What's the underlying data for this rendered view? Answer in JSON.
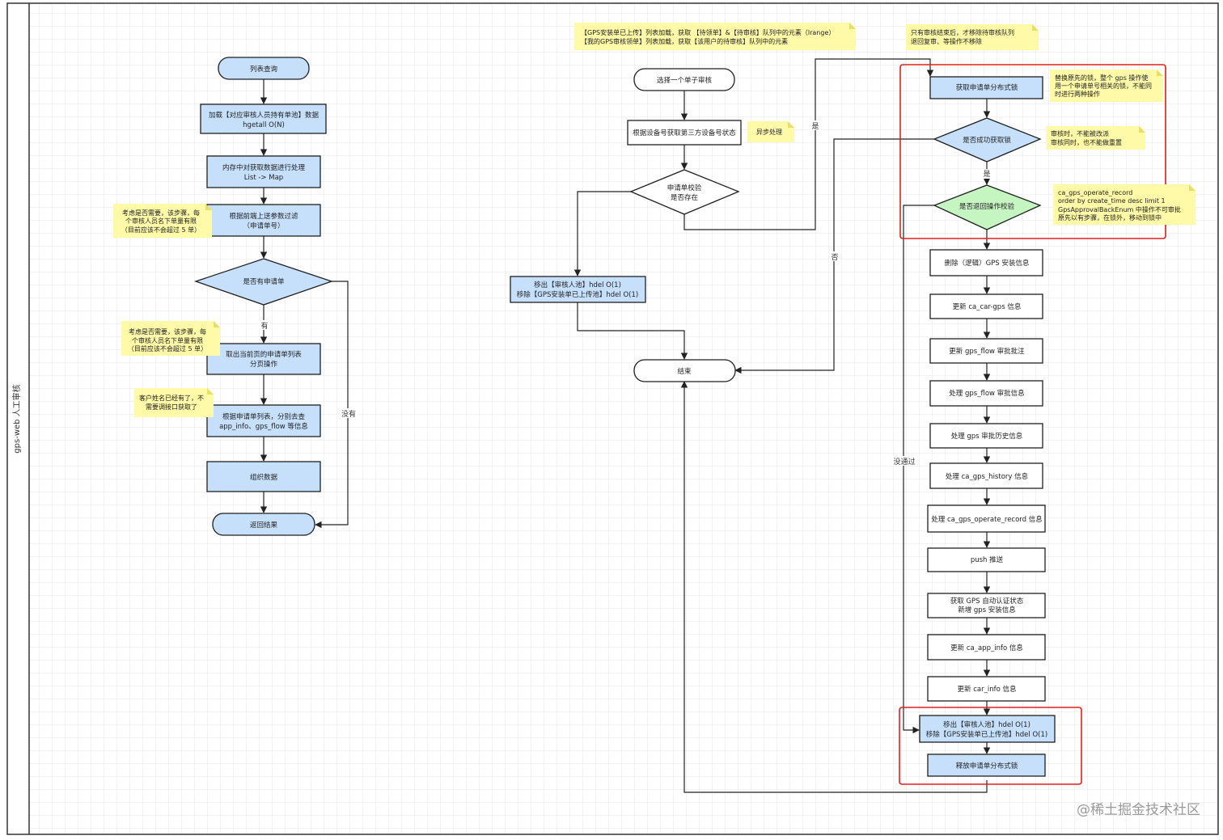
{
  "lane": {
    "title": "gps-web 人工审核"
  },
  "watermark": "@稀土掘金技术社区",
  "flow_left": {
    "list_query": "列表查询",
    "load_data": [
      "加载【对应审核人员持有单池】数据",
      "hgetall O(N)"
    ],
    "memory_process": [
      "内存中对获取数据进行处理",
      "List -> Map"
    ],
    "filter_params": [
      "根据前端上送参数过滤",
      "（申请单号）"
    ],
    "has_application": "是否有申请单",
    "branch_yes": "有",
    "branch_no": "没有",
    "fetch_page": [
      "取出当前页的申请单列表",
      "分页操作"
    ],
    "query_info": [
      "根据申请单列表，分别去查",
      "app_info、gps_flow 等信息"
    ],
    "organize": "组织数据",
    "return_result": "返回结果"
  },
  "flow_mid": {
    "select_one": "选择一个单子审核",
    "get_device": "根据设备号获取第三方设备号状态",
    "validate": [
      "申请单校验",
      "是否存在"
    ],
    "remove_pools": [
      "移出【审核人池】hdel O(1)",
      "移除【GPS安装单已上传池】hdel O(1)"
    ],
    "end": "结束",
    "yes": "是",
    "no": "否",
    "not_passed": "没通过"
  },
  "flow_right": {
    "acquire_lock": "获取申请单分布式锁",
    "lock_ok": "是否成功获取锁",
    "yes": "是",
    "rollback_check": "是否退回操作校验",
    "steps": [
      "删除（逻辑）GPS 安装信息",
      "更新 ca_car-gps 信息",
      "更新 gps_flow 审批批注",
      "处理 gps_flow 审批信息",
      "处理 gps 审批历史信息",
      "处理 ca_gps_history 信息",
      "处理 ca_gps_operate_record 信息",
      "push 推送"
    ],
    "auto_auth": [
      "获取 GPS 自动认证状态",
      "新增 gps 安装信息"
    ],
    "update_app_info": "更新 ca_app_info 信息",
    "update_car_info": "更新 car_info 信息",
    "remove_pools": [
      "移出【审核人池】hdel O(1)",
      "移除【GPS安装单已上传池】hdel O(1)"
    ],
    "release_lock": "释放申请单分布式锁"
  },
  "notes": {
    "consider1": [
      "考虑是否需要，该步骤，每",
      "个审核人员名下单量有限",
      "（目前应该不会超过 5 单）"
    ],
    "consider2": [
      "考虑是否需要，该步骤，每",
      "个审核人员名下单量有限",
      "（目前应该不会超过 5 单）"
    ],
    "customer": [
      "客户姓名已经有了，不",
      "需要调接口获取了"
    ],
    "top_list": [
      "【GPS安装单已上传】列表加载，获取 【待领单】&【待审核】队列中的元素（lrange）",
      "【我的GPS审核领单】列表加载，获取【该用户的待审核】队列中的元素"
    ],
    "audit_end": [
      "只有审核结束后，才移除待审核队列",
      "退回复审、等操作不移除"
    ],
    "async": "异步处理",
    "replace_lock": [
      "替换原先的锁，整个 gps 操作使",
      "用一个申请单号相关的锁，不能同",
      "时进行两种操作"
    ],
    "audit_time": [
      "审核时，不能被改派",
      "审核同时，也不能做重置"
    ],
    "operate_record": [
      "ca_gps_operate_record",
      "order by create_time desc limit 1",
      "GpsApprovalBackEnum 中操作不可审批",
      "原先以有步骤，在锁外，移动到锁中"
    ]
  },
  "colors": {
    "node_fill": "#c6e0fc",
    "node_stroke": "#1f1f1f",
    "diamond_fill": "#c6e0fc",
    "diamond_green": "#c5f5c0",
    "note_fill": "#fffaa8",
    "note_fold": "#e8df6a",
    "highlight": "#e02020",
    "grid": "#e4e4e4"
  }
}
